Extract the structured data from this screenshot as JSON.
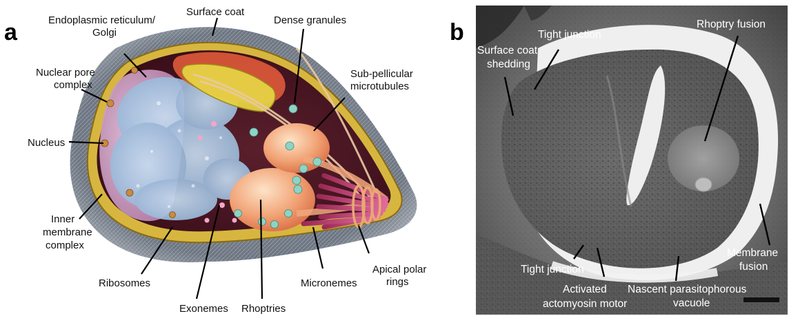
{
  "panel_a": {
    "letter": "a",
    "labels": {
      "surface_coat": "Surface coat",
      "er_golgi_line1": "Endoplasmic reticulum/",
      "er_golgi_line2": "Golgi",
      "dense_granules": "Dense granules",
      "nuclear_pore_line1": "Nuclear pore",
      "nuclear_pore_line2": "complex",
      "subpellicular_line1": "Sub-pellicular",
      "subpellicular_line2": "microtubules",
      "nucleus": "Nucleus",
      "imc_line1": "Inner",
      "imc_line2": "membrane",
      "imc_line3": "complex",
      "ribosomes": "Ribosomes",
      "exonemes": "Exonemes",
      "rhoptries": "Rhoptries",
      "micronemes": "Micronemes",
      "apical_line1": "Apical polar",
      "apical_line2": "rings"
    }
  },
  "panel_b": {
    "letter": "b",
    "labels": {
      "tight_junction_top": "Tight junction",
      "rhoptry_fusion": "Rhoptry fusion",
      "surface_coat_shedding_line1": "Surface coat",
      "surface_coat_shedding_line2": "shedding",
      "membrane_fusion_line1": "Membrane",
      "membrane_fusion_line2": "fusion",
      "tight_junction_bottom": "Tight junction",
      "actomyosin_line1": "Activated",
      "actomyosin_line2": "actomyosin motor",
      "nascent_pv_line1": "Nascent parasitophorous",
      "nascent_pv_line2": "vacuole"
    }
  }
}
